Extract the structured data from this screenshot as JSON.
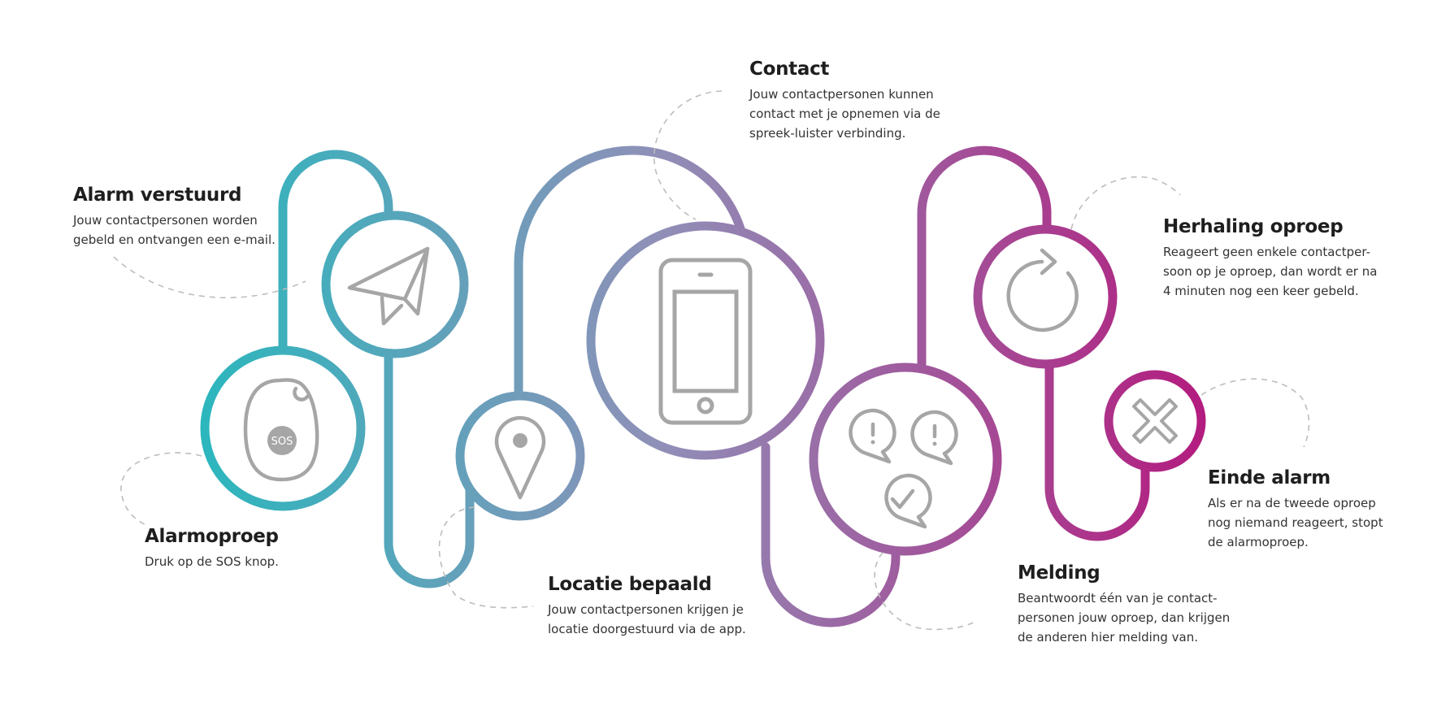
{
  "colors": {
    "start": "#2ab7bd",
    "middle": "#8f90b8",
    "end": "#b4197d",
    "icon": "#a6a6a6",
    "dash": "#bdbdbd",
    "text": "#1e1e1e"
  },
  "steps": [
    {
      "id": "alarmoproep",
      "icon": "sos-device-icon",
      "title": "Alarmoproep",
      "text": "Druk op de SOS knop.",
      "icon_text": "SOS"
    },
    {
      "id": "alarm-verstuurd",
      "icon": "paper-plane-icon",
      "title": "Alarm verstuurd",
      "text": "Jouw contactpersonen worden\ngebeld en ontvangen een e-mail."
    },
    {
      "id": "locatie-bepaald",
      "icon": "location-pin-icon",
      "title": "Locatie bepaald",
      "text": "Jouw contactpersonen krijgen je\nlocatie doorgestuurd via de app."
    },
    {
      "id": "contact",
      "icon": "smartphone-icon",
      "title": "Contact",
      "text": "Jouw contactpersonen kunnen\ncontact met je opnemen via de\nspreek-luister verbinding."
    },
    {
      "id": "melding",
      "icon": "speech-bubbles-icon",
      "title": "Melding",
      "text": "Beantwoordt één van je contact-\npersonen jouw oproep, dan krijgen\nde anderen hier melding van."
    },
    {
      "id": "herhaling-oproep",
      "icon": "repeat-icon",
      "title": "Herhaling oproep",
      "text": "Reageert geen enkele contactper-\nsoon op je oproep, dan wordt er na\n4 minuten nog een keer gebeld."
    },
    {
      "id": "einde-alarm",
      "icon": "close-x-icon",
      "title": "Einde alarm",
      "text": "Als er na de tweede oproep\nnog niemand reageert, stopt\nde alarmoproep."
    }
  ]
}
